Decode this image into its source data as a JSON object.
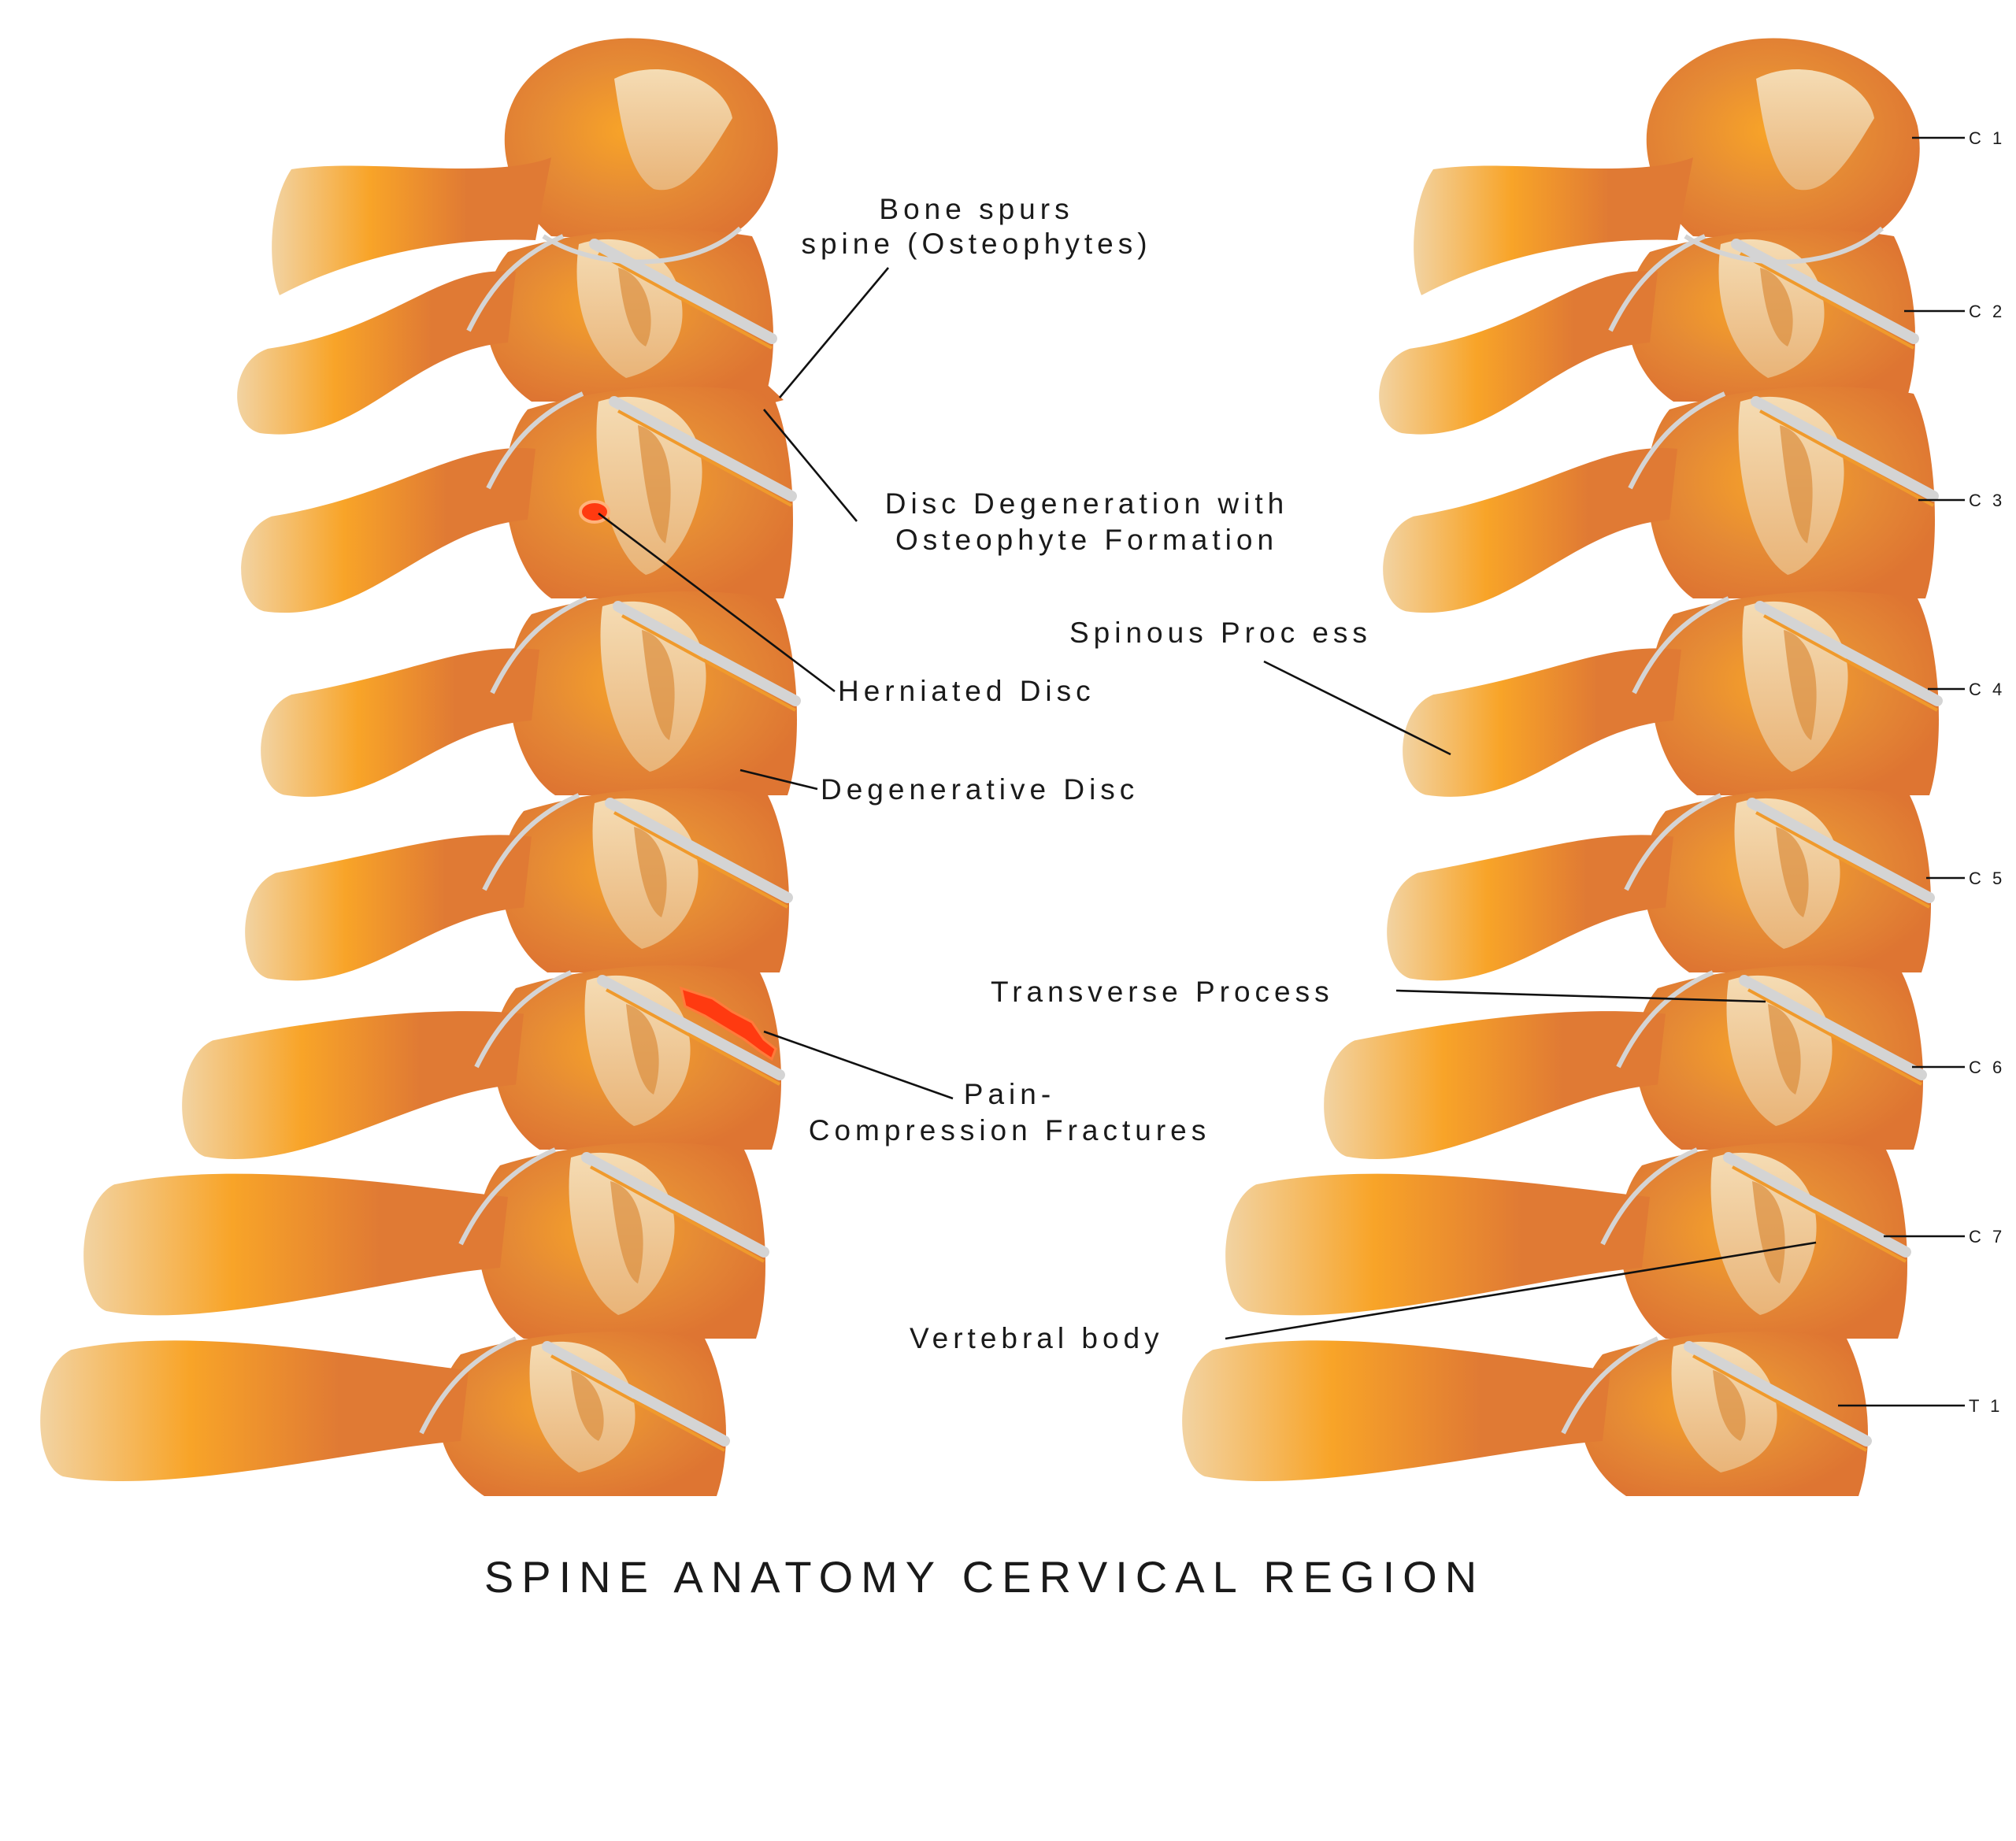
{
  "title": "SPINE ANATOMY CERVICAL REGION",
  "left_spine": {
    "labels": [
      {
        "id": "bone-spurs",
        "lines": [
          "Bone spurs",
          "spine (Osteophytes)"
        ]
      },
      {
        "id": "disc-degeneration",
        "lines": [
          "Disc Degeneration with",
          "Osteophyte Formation"
        ]
      },
      {
        "id": "herniated-disc",
        "lines": [
          "Herniated Disc"
        ]
      },
      {
        "id": "degenerative-disc",
        "lines": [
          "Degenerative Disc"
        ]
      },
      {
        "id": "compression-fractures",
        "lines": [
          "Pain-",
          "Compression Fractures"
        ]
      }
    ]
  },
  "right_spine": {
    "labels": [
      {
        "id": "spinous-process",
        "lines": [
          "Spinous Proc ess"
        ]
      },
      {
        "id": "transverse-process",
        "lines": [
          "Transverse  Process"
        ]
      },
      {
        "id": "vertebral-body",
        "lines": [
          "Vertebral body"
        ]
      }
    ],
    "vertebra_levels": [
      "C 1",
      "C 2",
      "C 3",
      "C 4",
      "C 5",
      "C 6",
      "C 7",
      "T 1"
    ]
  },
  "colors": {
    "bone": "#e07a34",
    "bone_light": "#f2d3a2",
    "bone_bright": "#f8a428",
    "disc": "#d4d4d4",
    "lesion": "#ff3a10",
    "text": "#1a1a1a"
  }
}
